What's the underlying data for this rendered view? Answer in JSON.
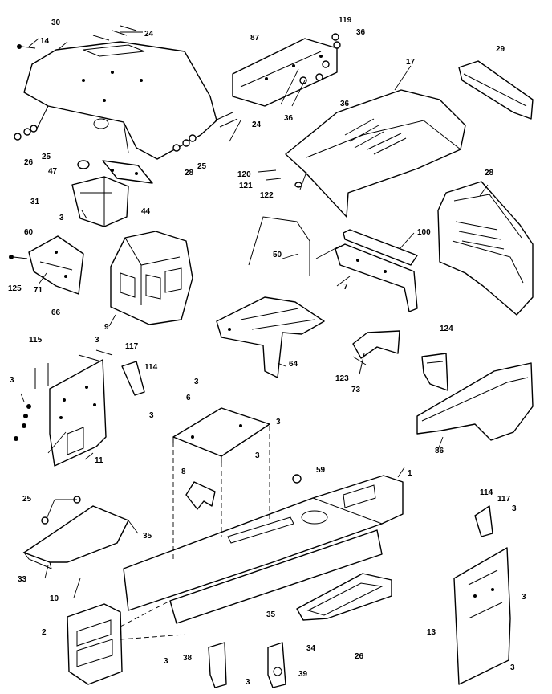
{
  "callouts": {
    "c30": "30",
    "c14": "14",
    "c24a": "24",
    "c24b": "24",
    "c25a": "25",
    "c26a": "26",
    "c47": "47",
    "c28": "28",
    "c25b": "25",
    "c31": "31",
    "c3a": "3",
    "c44": "44",
    "c87": "87",
    "c119": "119",
    "c36a": "36",
    "c36b": "36",
    "c36c": "36",
    "c17": "17",
    "c29": "29",
    "c120": "120",
    "c121": "121",
    "c122": "122",
    "c28b": "28",
    "c60": "60",
    "c125": "125",
    "c71": "71",
    "c66": "66",
    "c9": "9",
    "c50": "50",
    "c100": "100",
    "c7": "7",
    "c115": "115",
    "c3b": "3",
    "c117a": "117",
    "c114a": "114",
    "c3c": "3",
    "c11": "11",
    "c64": "64",
    "c123": "123",
    "c73": "73",
    "c124": "124",
    "c86": "86",
    "c3d": "3",
    "c6": "6",
    "c3e": "3",
    "c3f": "3",
    "c3g": "3",
    "c8": "8",
    "c59": "59",
    "c1": "1",
    "c25c": "25",
    "c35": "35",
    "c33": "33",
    "c10": "10",
    "c114b": "114",
    "c117b": "117",
    "c3h": "3",
    "c3i": "3",
    "c2": "2",
    "c3j": "3",
    "c38": "38",
    "c3k": "3",
    "c35b": "35",
    "c39": "39",
    "c34": "34",
    "c26b": "26",
    "c13": "13",
    "c3l": "3"
  }
}
